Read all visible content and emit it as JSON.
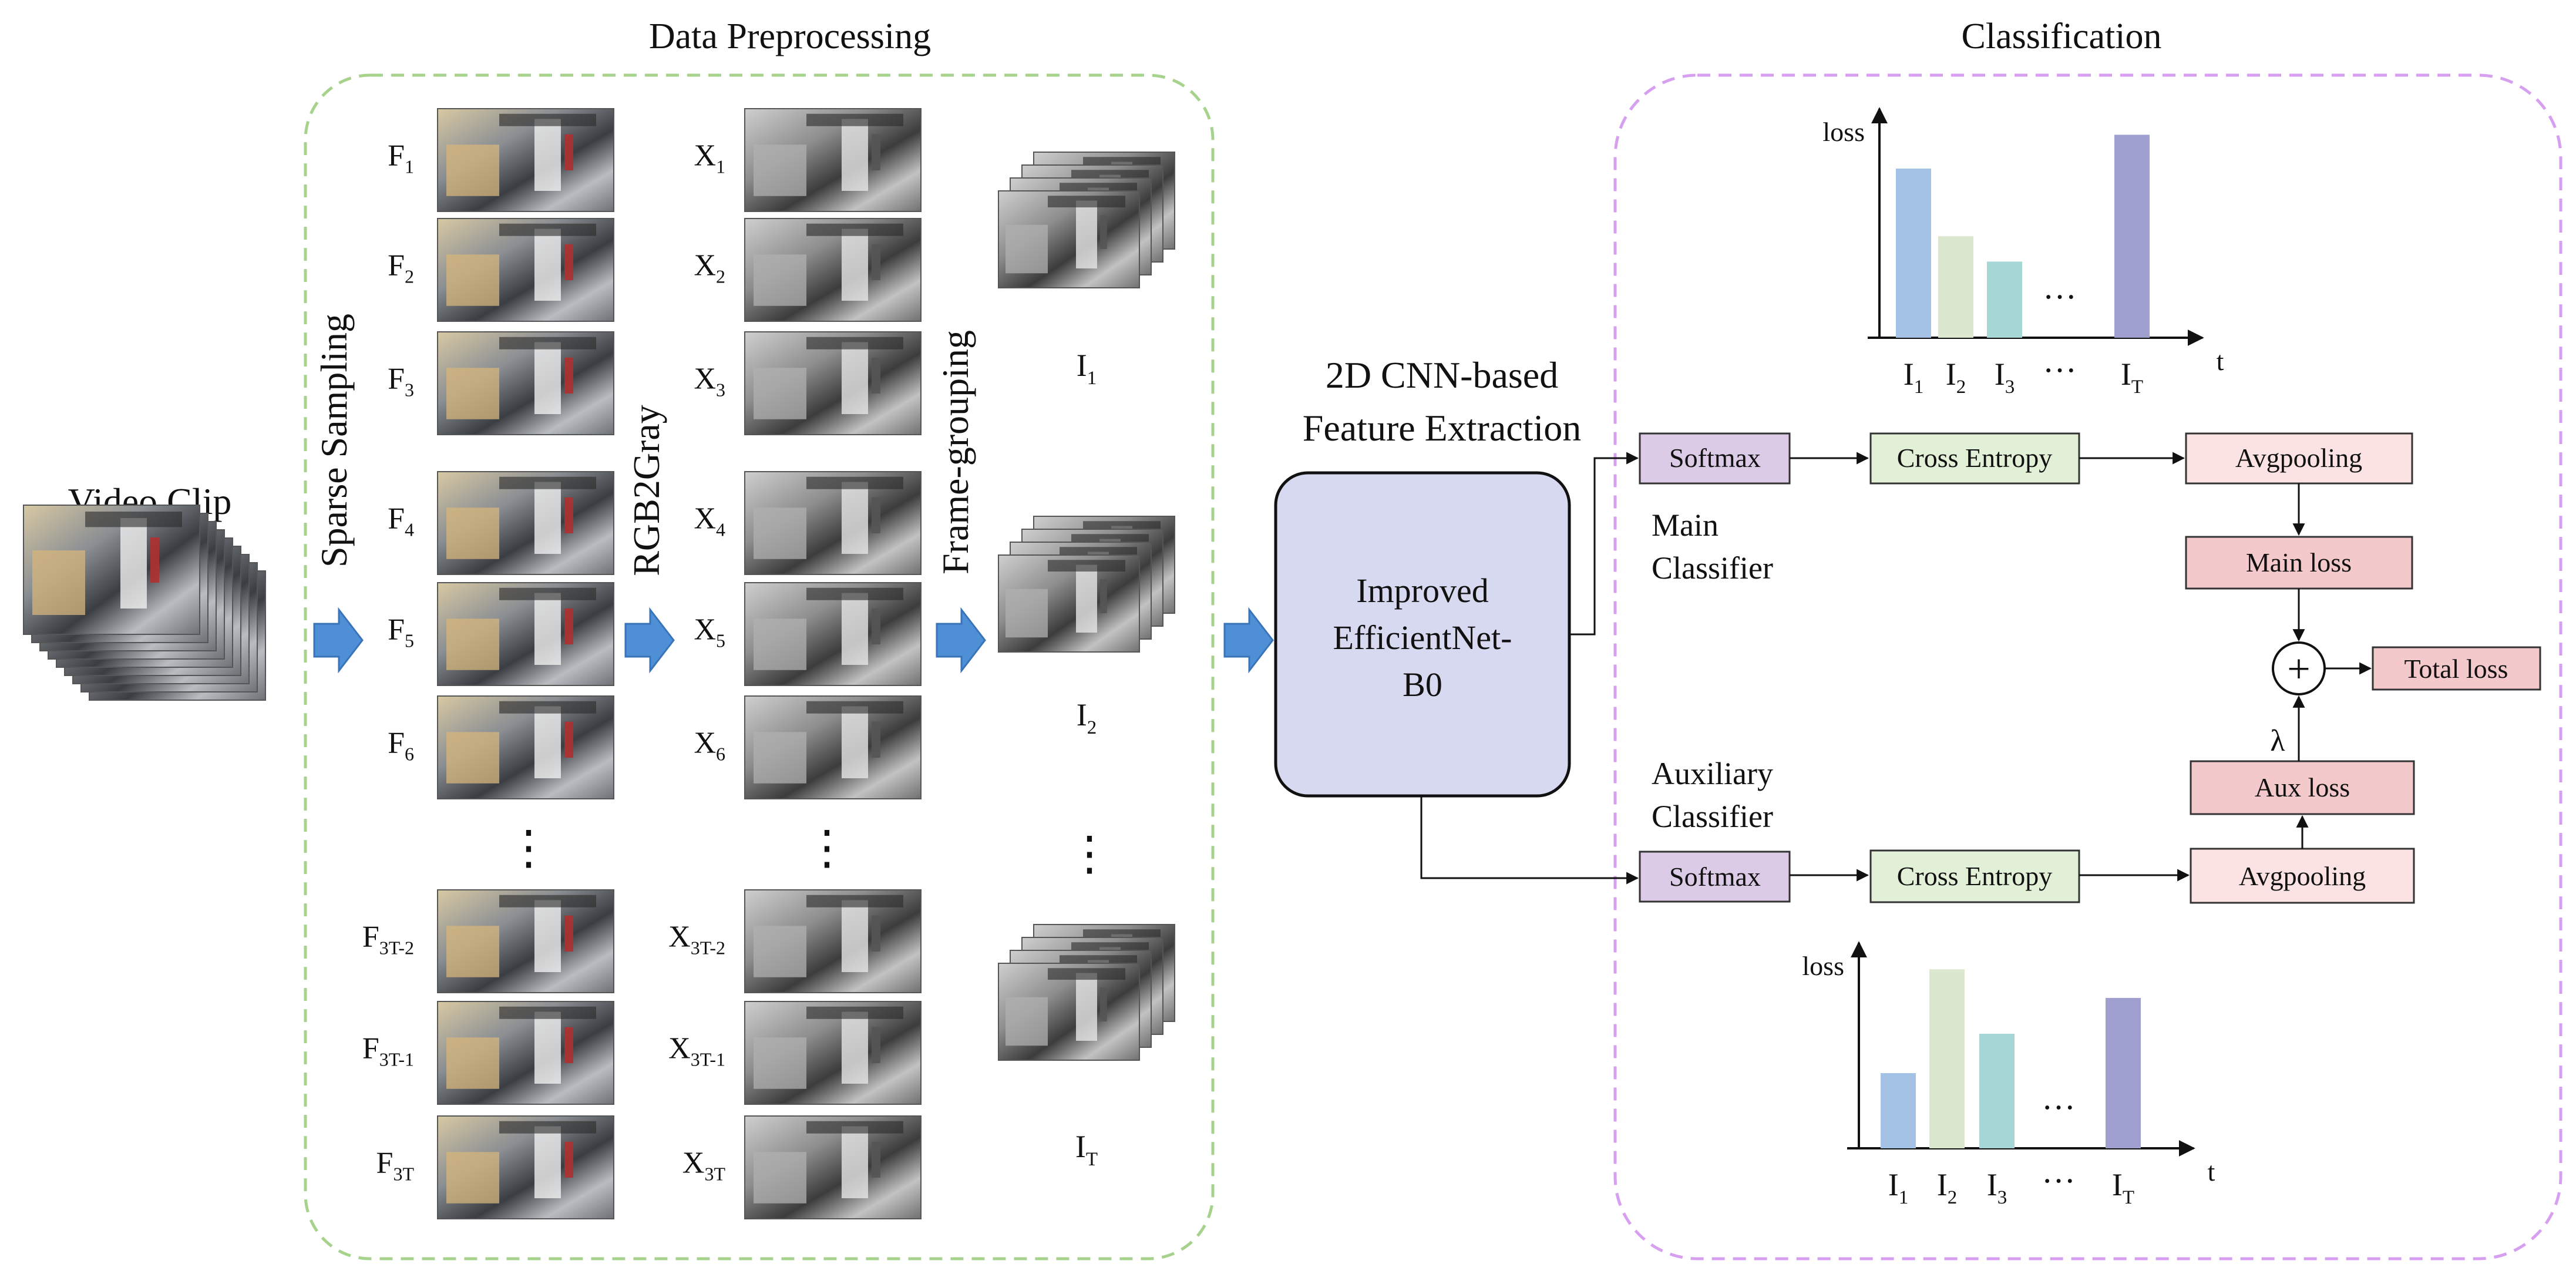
{
  "data_preprocessing": {
    "title": "Data Preprocessing",
    "steps": {
      "sparse_sampling": "Sparse Sampling",
      "rgb2gray": "RGB2Gray",
      "frame_grouping": "Frame-grouping"
    },
    "frame_labels": [
      {
        "base": "F",
        "sub": "1"
      },
      {
        "base": "F",
        "sub": "2"
      },
      {
        "base": "F",
        "sub": "3"
      },
      {
        "base": "F",
        "sub": "4"
      },
      {
        "base": "F",
        "sub": "5"
      },
      {
        "base": "F",
        "sub": "6"
      },
      {
        "base": "F",
        "sub": "3T-2"
      },
      {
        "base": "F",
        "sub": "3T-1"
      },
      {
        "base": "F",
        "sub": "3T"
      }
    ],
    "gray_labels": [
      {
        "base": "X",
        "sub": "1"
      },
      {
        "base": "X",
        "sub": "2"
      },
      {
        "base": "X",
        "sub": "3"
      },
      {
        "base": "X",
        "sub": "4"
      },
      {
        "base": "X",
        "sub": "5"
      },
      {
        "base": "X",
        "sub": "6"
      },
      {
        "base": "X",
        "sub": "3T-2"
      },
      {
        "base": "X",
        "sub": "3T-1"
      },
      {
        "base": "X",
        "sub": "3T"
      }
    ],
    "group_labels": [
      {
        "base": "I",
        "sub": "1"
      },
      {
        "base": "I",
        "sub": "2"
      },
      {
        "base": "I",
        "sub": "T"
      }
    ],
    "ellipsis": "⋮"
  },
  "video_clip": {
    "label": "Video Clip"
  },
  "feature_extraction": {
    "title_line1": "2D CNN-based",
    "title_line2": "Feature Extraction",
    "model_line1": "Improved",
    "model_line2": "EfficientNet-",
    "model_line3": "B0"
  },
  "classification": {
    "title": "Classification",
    "main": {
      "label_line1": "Main",
      "label_line2": "Classifier",
      "softmax": "Softmax",
      "cross_entropy": "Cross Entropy",
      "avgpooling": "Avgpooling",
      "loss": "Main loss"
    },
    "auxiliary": {
      "label_line1": "Auxiliary",
      "label_line2": "Classifier",
      "softmax": "Softmax",
      "cross_entropy": "Cross Entropy",
      "avgpooling": "Avgpooling",
      "loss": "Aux loss"
    },
    "sum_symbol": "+",
    "lambda": "λ",
    "total_loss": "Total loss"
  },
  "colors": {
    "preprocess_border": "#a6d28c",
    "classification_border": "#d79ff0",
    "arrow_blue": "#4f8fd6",
    "cnn_box": "#d6d9ef",
    "softmax": "#dccbe6",
    "cross_entropy": "#e3f0d8",
    "avgpooling": "#fbe3e3",
    "loss_box": "#f3c9cb",
    "bar_palette": [
      "#a4c2e6",
      "#dbe8cf",
      "#a6d7d5",
      "#9f9fd0"
    ]
  },
  "chart_data": [
    {
      "type": "bar",
      "ylabel": "loss",
      "xlabel": "t",
      "categories": [
        {
          "base": "I",
          "sub": "1"
        },
        {
          "base": "I",
          "sub": "2"
        },
        {
          "base": "I",
          "sub": "3"
        },
        {
          "base": "···",
          "sub": ""
        },
        {
          "base": "I",
          "sub": "T"
        }
      ],
      "values": [
        0.8,
        0.48,
        0.36,
        null,
        0.96
      ],
      "ellipsis": "···",
      "ylim": [
        0,
        1
      ]
    },
    {
      "type": "bar",
      "ylabel": "loss",
      "xlabel": "t",
      "categories": [
        {
          "base": "I",
          "sub": "1"
        },
        {
          "base": "I",
          "sub": "2"
        },
        {
          "base": "I",
          "sub": "3"
        },
        {
          "base": "···",
          "sub": ""
        },
        {
          "base": "I",
          "sub": "T"
        }
      ],
      "values": [
        0.42,
        1.0,
        0.64,
        null,
        0.84
      ],
      "ellipsis": "···",
      "ylim": [
        0,
        1.05
      ]
    }
  ]
}
